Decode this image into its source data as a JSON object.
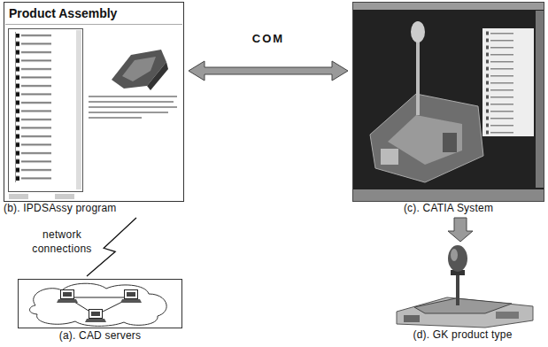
{
  "diagram": {
    "nodes": [
      {
        "text": [
          "(b). IPDSAssy program"
        ]
      },
      {
        "text": [
          "(c). CATIA System"
        ]
      },
      {
        "text": [
          "(a). CAD servers"
        ]
      },
      {
        "text": [
          "(d). GK product type"
        ]
      }
    ],
    "edges": [
      {
        "from": 0,
        "to": 1,
        "arrow": "both",
        "label": "COM"
      },
      {
        "from": 2,
        "to": 0,
        "arrow": "none",
        "label": "network connections"
      },
      {
        "from": 1,
        "to": 3,
        "arrow": "to"
      }
    ],
    "labels": [
      "Product Assembly"
    ]
  }
}
